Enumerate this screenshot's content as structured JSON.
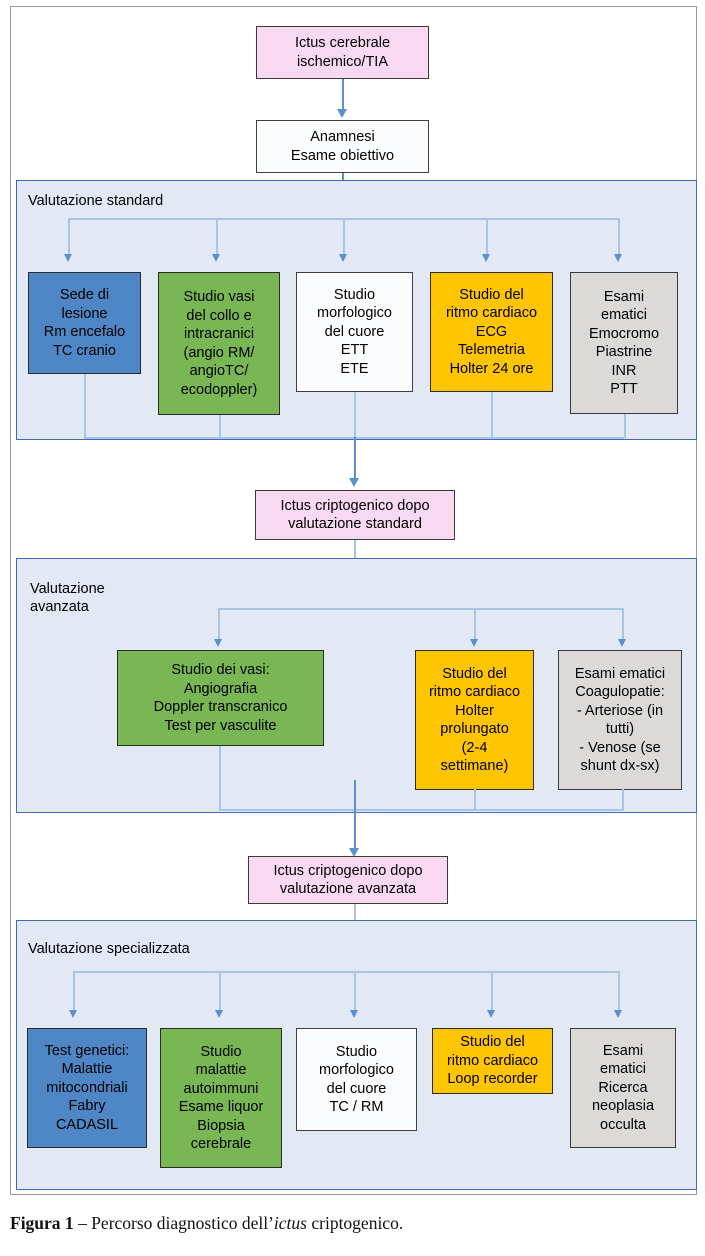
{
  "figure": {
    "caption_label": "Figura 1",
    "caption_dash": " – ",
    "caption_text_1": "Percorso diagnostico dell’",
    "caption_italic": "ictus",
    "caption_text_2": " criptogenico."
  },
  "colors": {
    "pink": "#F9D9F2",
    "blue": "#4E86C6",
    "green": "#79B755",
    "gold": "#FFC500",
    "gray": "#DCDAD8",
    "white": "#FBFCFE",
    "panel_bg": "#E2E8F4",
    "panel_border": "#3E6DB5",
    "connector": "#5B8FD0"
  },
  "flow": {
    "start": "Ictus cerebrale\nischemico/TIA",
    "history": "Anamnesi\nEsame obiettivo",
    "crypto_after_standard": "Ictus criptogenico dopo\nvalutazione standard",
    "crypto_after_advanced": "Ictus criptogenico dopo\nvalutazione avanzata"
  },
  "standard": {
    "title": "Valutazione standard",
    "nodes": [
      {
        "label": "Sede di\nlesione\nRm encefalo\nTC cranio",
        "color": "blue"
      },
      {
        "label": "Studio vasi\ndel collo e\nintracranici\n(angio RM/\nangioTC/\necodoppler)",
        "color": "green"
      },
      {
        "label": "Studio\nmorfologico\ndel cuore\nETT\nETE",
        "color": "white"
      },
      {
        "label": "Studio del\nritmo cardiaco\nECG\nTelemetria\nHolter 24 ore",
        "color": "gold"
      },
      {
        "label": "Esami\nematici\nEmocromo\nPiastrine\nINR\nPTT",
        "color": "gray"
      }
    ]
  },
  "advanced": {
    "title": "Valutazione\navanzata",
    "nodes": [
      {
        "label": "Studio dei vasi:\nAngiografia\nDoppler transcranico\nTest per vasculite",
        "color": "green"
      },
      {
        "label": "Studio del\nritmo cardiaco\nHolter\nprolungato\n(2-4\nsettimane)",
        "color": "gold"
      },
      {
        "label": "Esami ematici\nCoagulopatie:\n- Arteriose (in\ntutti)\n- Venose (se\nshunt dx-sx)",
        "color": "gray"
      }
    ]
  },
  "specialized": {
    "title": "Valutazione specializzata",
    "nodes": [
      {
        "label": "Test genetici:\nMalattie\nmitocondriali\nFabry\nCADASIL",
        "color": "blue"
      },
      {
        "label": "Studio\nmalattie\nautoimmuni\nEsame liquor\nBiopsia\ncerebrale",
        "color": "green"
      },
      {
        "label": "Studio\nmorfologico\ndel cuore\nTC / RM",
        "color": "white"
      },
      {
        "label": "Studio del\nritmo cardiaco\nLoop recorder",
        "color": "gold"
      },
      {
        "label": "Esami\nematici\nRicerca\nneoplasia\nocculta",
        "color": "gray"
      }
    ]
  }
}
